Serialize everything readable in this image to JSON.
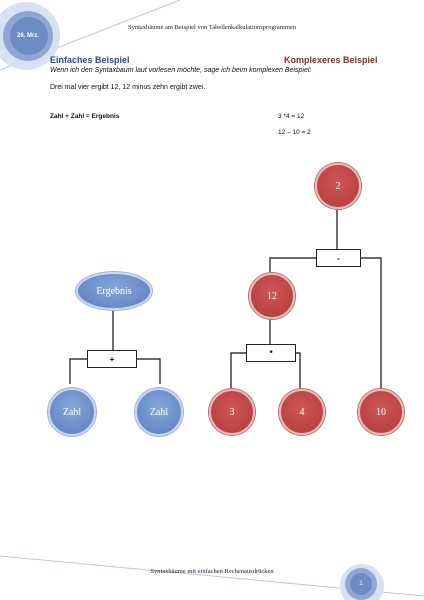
{
  "header": {
    "title": "Syntaxbäume am Beispiel von Tabellenkalkulationsprogrammen",
    "date": "26. Mrz."
  },
  "left": {
    "heading": "Einfaches Beispiel",
    "equation": "Zahl + Zahl = Ergebnis"
  },
  "right": {
    "heading": "Komplexeres Beispiel",
    "calc1": "3 *4 = 12",
    "calc2": "12 – 10 = 2"
  },
  "intro": "Wenn ich den Syntaxbaum laut vorlesen möchte, sage ich beim komplexen Beispiel:",
  "sentence": "Drei mal vier ergibt 12, 12 minus zehn ergibt zwei.",
  "tree_simple": {
    "root": "Ergebnis",
    "operator": "+",
    "left_leaf": "Zahl",
    "right_leaf": "Zahl"
  },
  "tree_complex": {
    "root": "2",
    "operator_root": "-",
    "mid": "12",
    "operator_mid": "*",
    "leaf_3": "3",
    "leaf_4": "4",
    "leaf_10": "10"
  },
  "footer": {
    "title": "Syntaxbäume mit einfachen Rechenausdrücken",
    "page": "1"
  },
  "colors": {
    "blue_heading": "#1f4e8c",
    "red_heading": "#8b2b2b",
    "blue_node": "#6b8fcb",
    "red_node": "#c04646"
  }
}
